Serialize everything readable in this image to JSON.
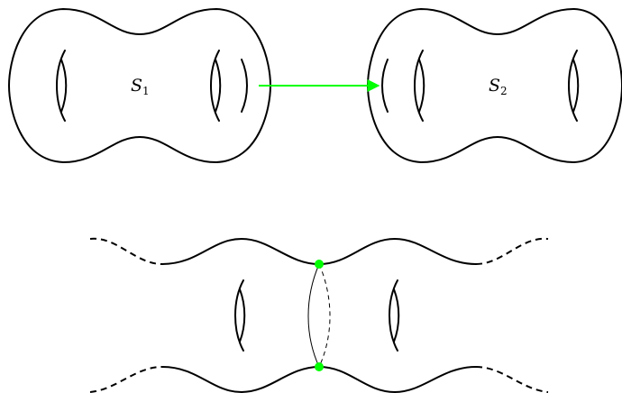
{
  "surfaces": {
    "s1": {
      "symbol": "S",
      "index": "1"
    },
    "s2": {
      "symbol": "S",
      "index": "2"
    }
  },
  "colors": {
    "arrow": "#00ff00",
    "marked_point": "#00ff00",
    "stroke": "#000000"
  }
}
